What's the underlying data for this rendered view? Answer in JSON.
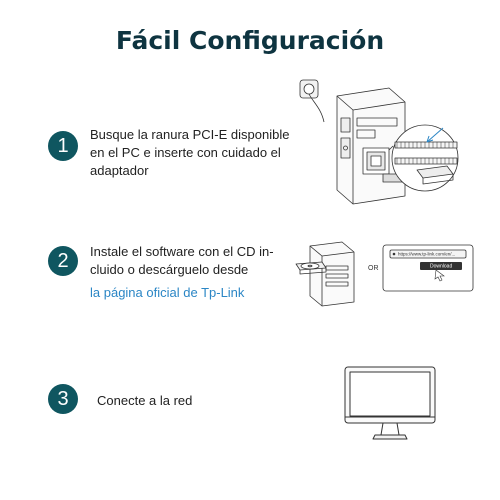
{
  "title": "Fácil Configuración",
  "steps": [
    {
      "number": "1",
      "line1": "Busque la ranura PCI-E disponible",
      "line2": "en el PC e inserte con cuidado el",
      "line3": "adaptador"
    },
    {
      "number": "2",
      "line1": "Instale el software con el CD in-",
      "line2": "cluido o descárguelo desde",
      "link": "la página oficial de Tp-Link"
    },
    {
      "number": "3",
      "line1": "Conecte a la red"
    }
  ],
  "download_panel": {
    "or_label": "OR",
    "url": "https://www.tp-link.com/en/...",
    "button_label": "Download"
  },
  "colors": {
    "accent": "#0f5660",
    "title": "#0e3440",
    "link": "#2b86c5"
  }
}
